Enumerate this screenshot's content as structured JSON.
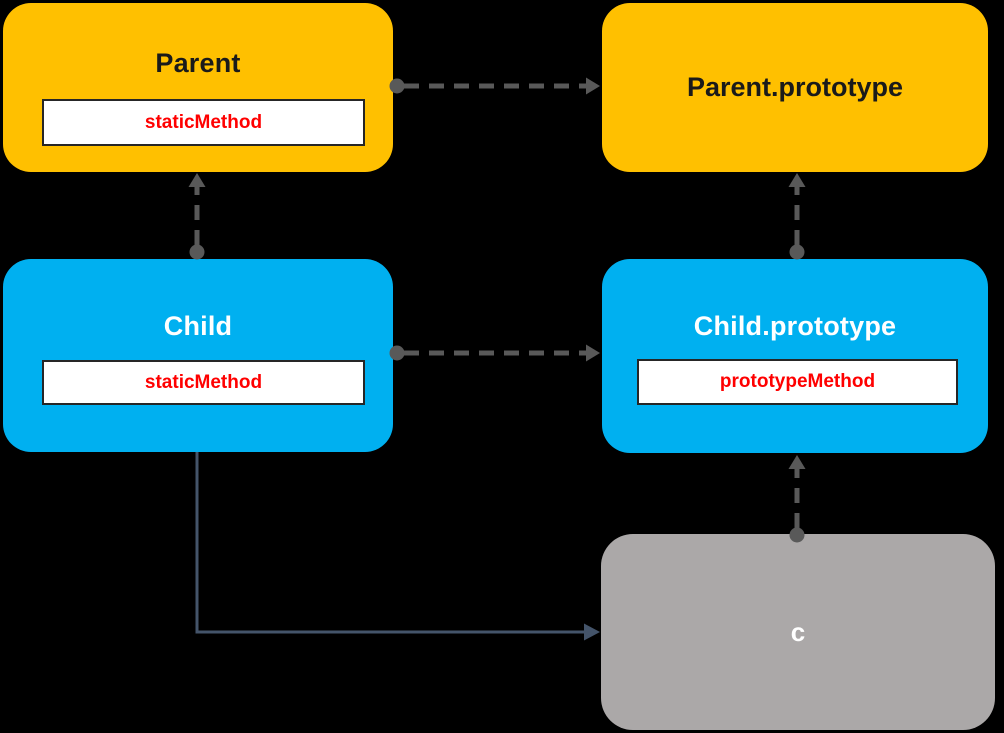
{
  "diagram": {
    "title": "JavaScript class / prototype inheritance diagram",
    "colors": {
      "background": "#000000",
      "parent_color": "#FFC000",
      "child_color": "#00B0F0",
      "instance_color": "#ABA8A8",
      "method_bg": "#FFFFFF",
      "method_border": "#262626",
      "method_text": "#FF0000",
      "dark_title": "#1A1A1A",
      "light_title": "#FFFFFF",
      "dashed_arrow": "#595959",
      "solid_arrow": "#44546A"
    },
    "nodes": {
      "parent": {
        "title": "Parent",
        "method": "staticMethod"
      },
      "parent_prototype": {
        "title": "Parent.prototype"
      },
      "child": {
        "title": "Child",
        "method": "staticMethod"
      },
      "child_prototype": {
        "title": "Child.prototype",
        "method": "prototypeMethod"
      },
      "instance_c": {
        "title": "c"
      }
    },
    "edges": [
      {
        "from": "Parent",
        "to": "Parent.prototype",
        "style": "dashed"
      },
      {
        "from": "Child",
        "to": "Parent",
        "style": "dashed"
      },
      {
        "from": "Child",
        "to": "Child.prototype",
        "style": "dashed"
      },
      {
        "from": "Child.prototype",
        "to": "Parent.prototype",
        "style": "dashed"
      },
      {
        "from": "c",
        "to": "Child.prototype",
        "style": "dashed"
      },
      {
        "from": "Child",
        "to": "c",
        "style": "solid"
      }
    ]
  }
}
